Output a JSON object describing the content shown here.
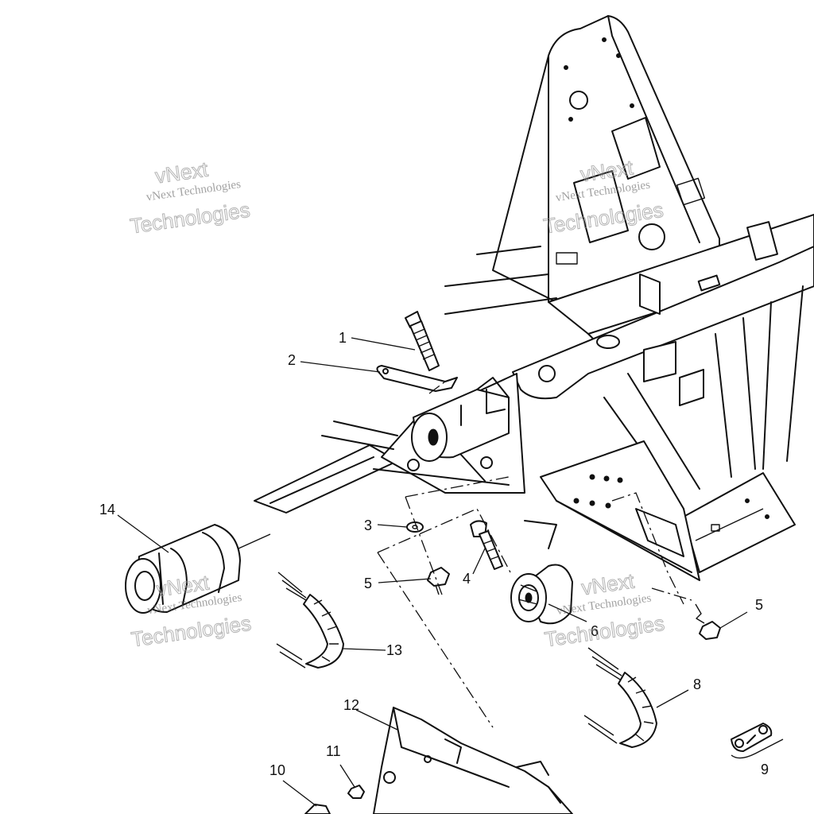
{
  "callouts": [
    {
      "label": "1"
    },
    {
      "label": "2"
    },
    {
      "label": "3"
    },
    {
      "label": "4"
    },
    {
      "label": "5"
    },
    {
      "label": "5"
    },
    {
      "label": "6"
    },
    {
      "label": "8"
    },
    {
      "label": "9"
    },
    {
      "label": "10"
    },
    {
      "label": "11"
    },
    {
      "label": "12"
    },
    {
      "label": "13"
    },
    {
      "label": "14"
    }
  ],
  "watermark": {
    "small_text": "vNext Technologies",
    "big_line1": "vNext",
    "big_line2": "Technologies"
  }
}
